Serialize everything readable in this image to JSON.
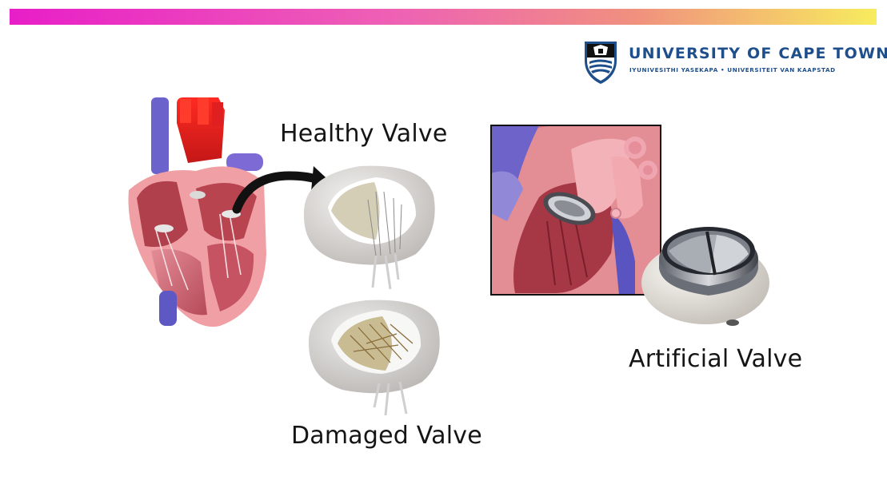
{
  "logo": {
    "name": "UNIVERSITY OF CAPE TOWN",
    "subtitle": "IYUNIVESITHI YASEKAPA • UNIVERSITEIT VAN KAAPSTAD",
    "shield_icon": "uct-crest-icon"
  },
  "labels": {
    "healthy": "Healthy Valve",
    "damaged": "Damaged Valve",
    "artificial": "Artificial Valve"
  },
  "colors": {
    "gradient_start": "#e81ec8",
    "gradient_mid": "#f08aa0",
    "gradient_end": "#f7ec5e",
    "uct_blue": "#1e4f8c",
    "heart_red": "#c8323c",
    "vein_blue": "#6a5fc8"
  },
  "illustrations": {
    "heart": "heart-cross-section-illustration",
    "arrow": "curved-arrow-icon",
    "healthy_valve": "healthy-valve-illustration",
    "damaged_valve": "damaged-valve-illustration",
    "implant_inset": "implanted-valve-inset-illustration",
    "artificial_valve": "artificial-valve-illustration"
  }
}
